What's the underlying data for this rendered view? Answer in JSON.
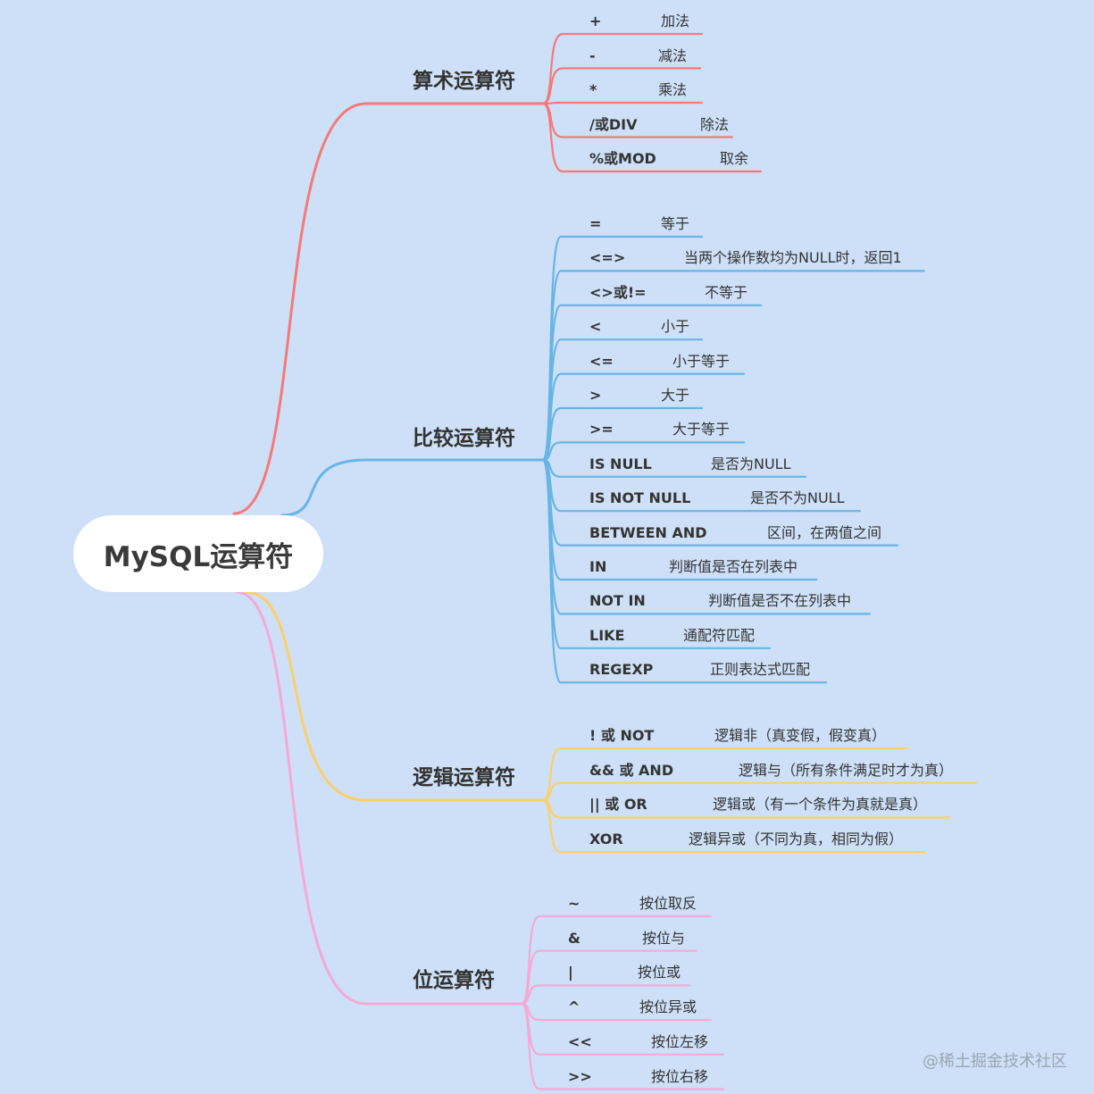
{
  "root": {
    "label": "MySQL运算符"
  },
  "colors": {
    "arithmetic": "#f47a7a",
    "comparison": "#69b4e6",
    "logical": "#fbcf6a",
    "bitwise": "#f5a9d6"
  },
  "branches": [
    {
      "id": "arithmetic",
      "label": "算术运算符",
      "items": [
        {
          "op": "+",
          "desc": "加法"
        },
        {
          "op": "-",
          "desc": "减法"
        },
        {
          "op": "*",
          "desc": "乘法"
        },
        {
          "op": "/或DIV",
          "desc": "除法"
        },
        {
          "op": "%或MOD",
          "desc": "取余"
        }
      ]
    },
    {
      "id": "comparison",
      "label": "比较运算符",
      "items": [
        {
          "op": "=",
          "desc": "等于"
        },
        {
          "op": "<=>",
          "desc": "当两个操作数均为NULL时，返回1"
        },
        {
          "op": "<>或!=",
          "desc": "不等于"
        },
        {
          "op": "<",
          "desc": "小于"
        },
        {
          "op": "<=",
          "desc": "小于等于"
        },
        {
          "op": ">",
          "desc": "大于"
        },
        {
          "op": ">=",
          "desc": "大于等于"
        },
        {
          "op": "IS NULL",
          "desc": "是否为NULL"
        },
        {
          "op": "IS NOT NULL",
          "desc": "是否不为NULL"
        },
        {
          "op": "BETWEEN AND",
          "desc": "区间，在两值之间"
        },
        {
          "op": "IN",
          "desc": "判断值是否在列表中"
        },
        {
          "op": "NOT IN",
          "desc": "判断值是否不在列表中"
        },
        {
          "op": "LIKE",
          "desc": "通配符匹配"
        },
        {
          "op": "REGEXP",
          "desc": "正则表达式匹配"
        }
      ]
    },
    {
      "id": "logical",
      "label": "逻辑运算符",
      "items": [
        {
          "op": "! 或 NOT",
          "desc": "逻辑非（真变假，假变真）"
        },
        {
          "op": "&& 或 AND",
          "desc": "逻辑与（所有条件满足时才为真）"
        },
        {
          "op": "|| 或 OR",
          "desc": "逻辑或（有一个条件为真就是真）"
        },
        {
          "op": "XOR",
          "desc": "逻辑异或（不同为真，相同为假）"
        }
      ]
    },
    {
      "id": "bitwise",
      "label": "位运算符",
      "items": [
        {
          "op": "~",
          "desc": "按位取反"
        },
        {
          "op": "&",
          "desc": "按位与"
        },
        {
          "op": "|",
          "desc": "按位或"
        },
        {
          "op": "^",
          "desc": "按位异或"
        },
        {
          "op": "<<",
          "desc": "按位左移"
        },
        {
          "op": ">>",
          "desc": "按位右移"
        }
      ]
    }
  ],
  "watermark": "@稀土掘金技术社区"
}
